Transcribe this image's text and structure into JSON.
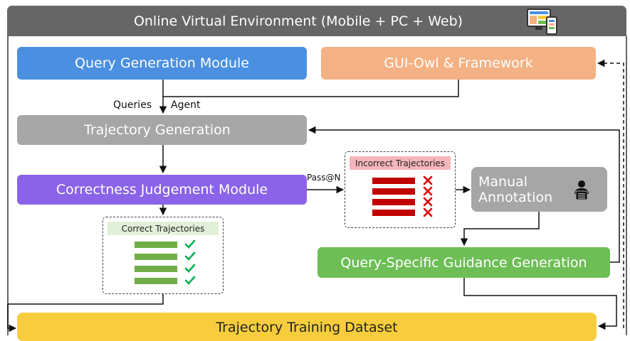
{
  "header": {
    "title": "Online Virtual Environment (Mobile + PC + Web)",
    "icon": "device-screens-icon"
  },
  "modules": {
    "query_generation": "Query Generation Module",
    "gui_owl": "GUI-Owl & Framework",
    "trajectory_generation": "Trajectory Generation",
    "correctness_judgement": "Correctness Judgement Module",
    "manual_annotation_line1": "Manual",
    "manual_annotation_line2": "Annotation",
    "guidance_generation": "Query-Specific Guidance Generation",
    "training_dataset": "Trajectory Training Dataset"
  },
  "labels": {
    "queries": "Queries",
    "agent": "Agent",
    "pass_at_n": "Pass@N"
  },
  "panels": {
    "correct": {
      "title": "Correct Trajectories",
      "count": 4,
      "mark": "check-icon",
      "bar_color": "#70ad47",
      "mark_color": "#00b050"
    },
    "incorrect": {
      "title": "Incorrect Trajectories",
      "count": 4,
      "mark": "cross-icon",
      "bar_color": "#c00000",
      "mark_color": "#e00000"
    }
  },
  "colors": {
    "header": "#666666",
    "query_generation": "#4a8fe0",
    "gui_owl": "#f4b183",
    "trajectory_generation": "#a6a6a6",
    "correctness_judgement": "#8a63e8",
    "manual_annotation": "#a6a6a6",
    "guidance_generation": "#6dbe55",
    "training_dataset": "#f7cc3d"
  }
}
